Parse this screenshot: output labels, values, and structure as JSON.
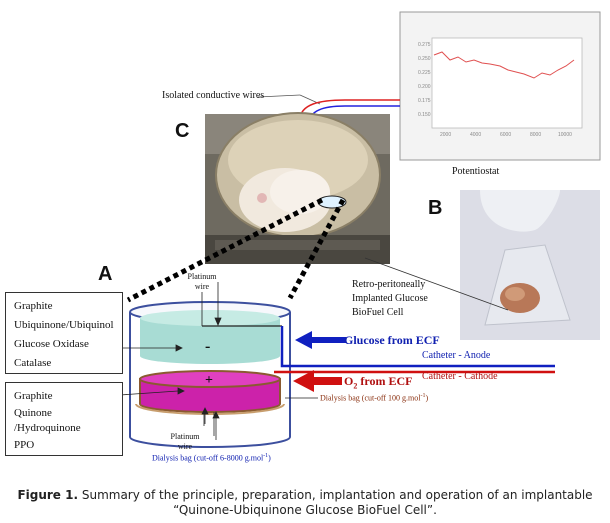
{
  "labels": {
    "A": "A",
    "B": "B",
    "C": "C",
    "isolated_wires": "Isolated conductive wires",
    "potentiostat": "Potentiostat",
    "retro_1": "Retro-peritoneally",
    "retro_2": "Implanted Glucose",
    "retro_3": "BioFuel Cell",
    "platinum_top_1": "Platinum",
    "platinum_top_2": "wire",
    "platinum_bottom_1": "Platinum",
    "platinum_bottom_2": "wire",
    "glucose_ecf": "Glucose from ECF",
    "o2_prefix": "O",
    "o2_sub": "2",
    "o2_suffix": " from ECF",
    "catheter_anode": "Catheter - Anode",
    "catheter_cathode": "Catheter - Cathode",
    "dialysis_small": "Dialysis bag (cut-off 100 g.mol",
    "dialysis_small_sup": "-1",
    "dialysis_small_end": ")",
    "dialysis_large": "Dialysis bag (cut-off 6-8000 g.mol",
    "dialysis_large_sup": "-1",
    "dialysis_large_end": ")",
    "minus": "-",
    "plus": "+"
  },
  "anode_box": [
    "Graphite",
    "Ubiquinone/Ubiquinol",
    "Glucose Oxidase",
    "Catalase"
  ],
  "cathode_box": [
    "Graphite",
    "Quinone",
    "/Hydroquinone",
    "PPO"
  ],
  "caption": {
    "bold": "Figure 1.",
    "line1": " Summary of the principle, preparation, implantation and operation of an implantable",
    "line2": "“Quinone-Ubiquinone Glucose BioFuel Cell”."
  },
  "colors": {
    "anode_wire": "#1020c0",
    "cathode_wire": "#d01010",
    "anode_fill": "#a8dcd4",
    "cathode_fill": "#cc22aa",
    "cathode_label": "#b01010",
    "anode_label": "#1020b0"
  }
}
